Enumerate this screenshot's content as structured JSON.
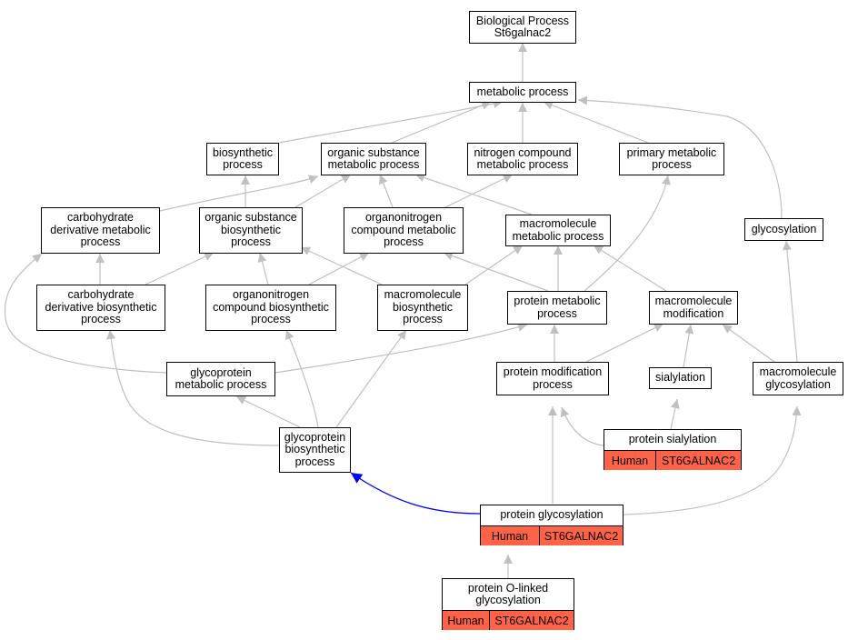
{
  "colors": {
    "edge": "#c0c0c0",
    "highlight_edge": "#0000ff",
    "annotation_fill": "#ff6347"
  },
  "nodes": {
    "root": "Biological Process\nSt6galnac2",
    "metabolic": "metabolic process",
    "biosynthetic": "biosynthetic\nprocess",
    "organic_substance_metabolic": "organic substance\nmetabolic process",
    "nitrogen_compound_metabolic": "nitrogen compound\nmetabolic process",
    "primary_metabolic": "primary metabolic\nprocess",
    "carbohydrate_derivative_metabolic": "carbohydrate\nderivative metabolic\nprocess",
    "organic_substance_biosynthetic": "organic substance\nbiosynthetic\nprocess",
    "organonitrogen_compound_metabolic": "organonitrogen\ncompound metabolic\nprocess",
    "macromolecule_metabolic": "macromolecule\nmetabolic process",
    "glycosylation": "glycosylation",
    "carbohydrate_derivative_biosynthetic": "carbohydrate\nderivative biosynthetic\nprocess",
    "organonitrogen_compound_biosynthetic": "organonitrogen\ncompound biosynthetic\nprocess",
    "macromolecule_biosynthetic": "macromolecule\nbiosynthetic\nprocess",
    "protein_metabolic": "protein metabolic\nprocess",
    "macromolecule_modification": "macromolecule\nmodification",
    "glycoprotein_metabolic": "glycoprotein\nmetabolic process",
    "protein_modification": "protein modification\nprocess",
    "sialylation": "sialylation",
    "macromolecule_glycosylation": "macromolecule\nglycosylation",
    "glycoprotein_biosynthetic": "glycoprotein\nbiosynthetic\nprocess"
  },
  "gene_nodes": {
    "protein_sialylation": {
      "title": "protein sialylation",
      "species": "Human",
      "gene": "ST6GALNAC2"
    },
    "protein_glycosylation": {
      "title": "protein glycosylation",
      "species": "Human",
      "gene": "ST6GALNAC2"
    },
    "protein_o_linked_glycosylation": {
      "title": "protein O-linked\nglycosylation",
      "species": "Human",
      "gene": "ST6GALNAC2"
    }
  }
}
